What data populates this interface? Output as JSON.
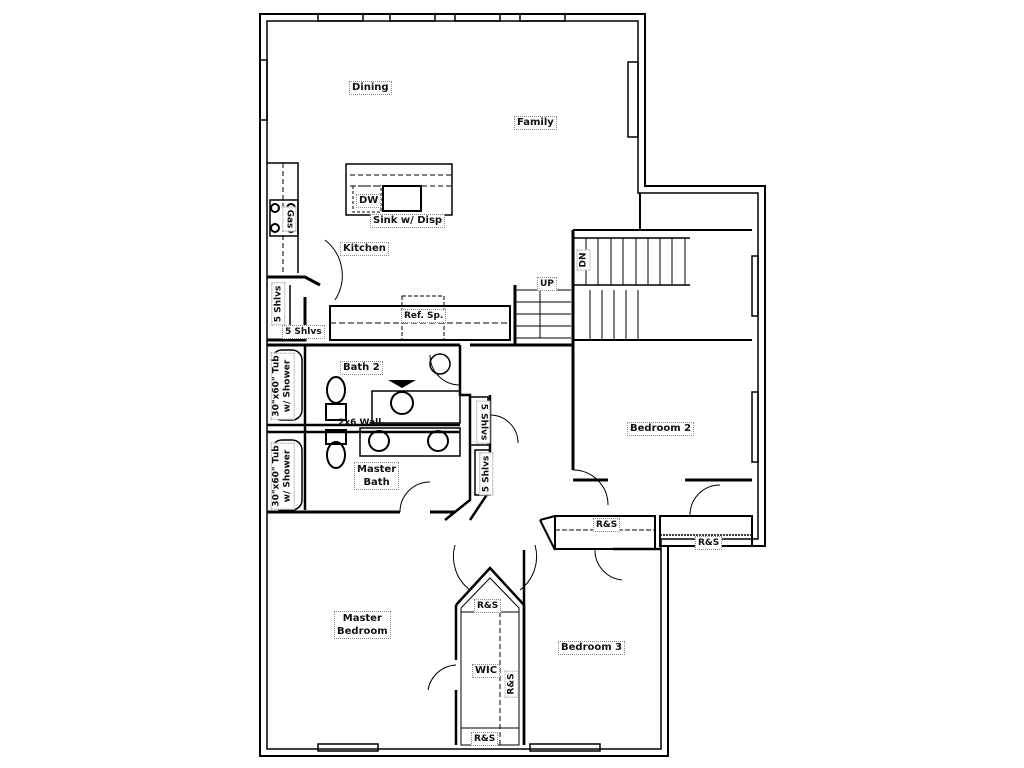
{
  "rooms": {
    "dining": "Dining",
    "family": "Family",
    "kitchen": "Kitchen",
    "bath2": "Bath 2",
    "master_bath_line1": "Master",
    "master_bath_line2": "Bath",
    "bedroom2": "Bedroom 2",
    "bedroom3": "Bedroom 3",
    "master_bedroom_line1": "Master",
    "master_bedroom_line2": "Bedroom",
    "wic": "WIC"
  },
  "fixtures": {
    "dw": "DW",
    "sink": "Sink w/ Disp",
    "range": "Gas",
    "ref": "Ref. Sp.",
    "pantry_shelves_1": "5 Shlvs",
    "pantry_shelves_2": "5 Shlvs",
    "tub1_line1": "30\"x60\" Tub",
    "tub1_line2": "w/ Shower",
    "tub2_line1": "30\"x60\" Tub",
    "tub2_line2": "w/ Shower",
    "wall_note": "2x6 Wall",
    "linen_shelves_1": "5 Shlvs",
    "linen_shelves_2": "5 Shlvs",
    "rs_bed3_closet": "R&S",
    "rs_bed2_closet": "R&S",
    "rs_wic_top": "R&S",
    "rs_wic_side": "R&S",
    "rs_wic_bottom": "R&S"
  },
  "stairs": {
    "up": "UP",
    "down": "DN"
  },
  "colors": {
    "wall": "#000000",
    "background": "#ffffff",
    "label_border": "#8a8a8a"
  }
}
